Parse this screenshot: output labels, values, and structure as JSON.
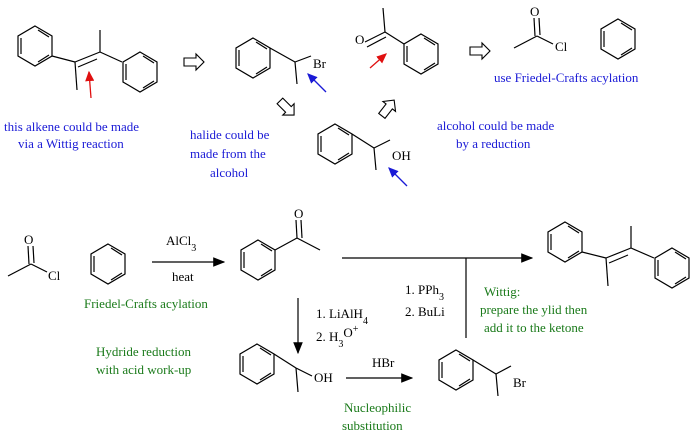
{
  "retro": {
    "alkene_note": [
      "this alkene could be made",
      "via a Wittig reaction"
    ],
    "halide_note": [
      "halide could be",
      "made from the",
      "alcohol"
    ],
    "alcohol_note": [
      "alcohol could be made",
      "by a reduction"
    ],
    "fc_note": "use Friedel-Crafts acylation"
  },
  "atoms": {
    "br": "Br",
    "oh": "OH",
    "o": "O",
    "cl": "Cl"
  },
  "forward": {
    "fc_reagent": "AlCl",
    "fc_reagent_sub": "3",
    "fc_condition": "heat",
    "fc_label": "Friedel-Crafts acylation",
    "reduction_step1_prefix": "1. LiAlH",
    "reduction_step1_sub": "4",
    "reduction_step2_prefix": "2. H",
    "reduction_step2_sub": "3",
    "reduction_step2_mid": "O",
    "reduction_step2_sup": "+",
    "reduction_label": [
      "Hydride reduction",
      "with acid work-up"
    ],
    "hbr": "HBr",
    "subst_label": [
      "Nucleophilic",
      "substitution"
    ],
    "wittig_step1_prefix": "1. PPh",
    "wittig_step1_sub": "3",
    "wittig_step2": "2. BuLi",
    "wittig_label": [
      "Wittig:",
      "prepare the ylid then",
      "add it to the ketone"
    ]
  }
}
